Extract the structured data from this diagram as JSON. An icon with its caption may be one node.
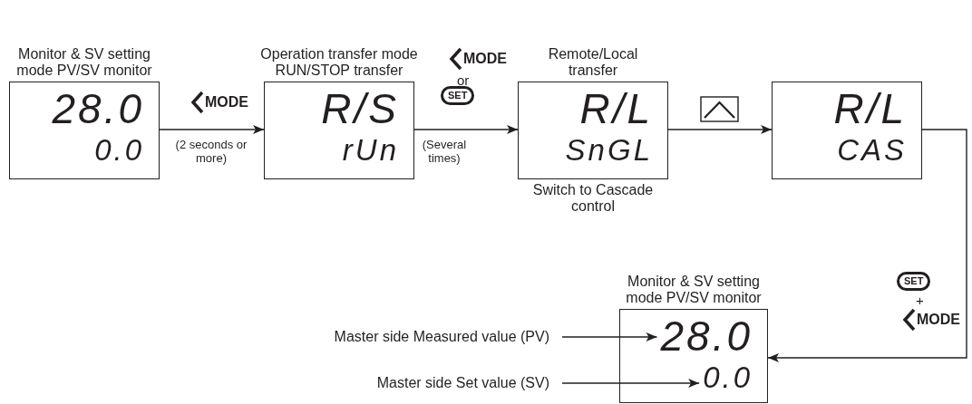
{
  "diagram": {
    "nodes": [
      {
        "text": [
          "Monitor & SV setting mode PV/SV monitor",
          "28.0",
          "0.0"
        ]
      },
      {
        "text": [
          "Operation transfer mode RUN/STOP transfer",
          "R/S",
          "rUn"
        ]
      },
      {
        "text": [
          "Remote/Local transfer",
          "R/L",
          "SnGL"
        ],
        "beside": [
          "Switch to Cascade control"
        ]
      },
      {
        "text": [
          "R/L",
          "CAS"
        ]
      },
      {
        "text": [
          "Monitor & SV setting mode PV/SV monitor",
          "28.0",
          "0.0"
        ]
      },
      {
        "text": [
          "Master side Measured value (PV)"
        ]
      },
      {
        "text": [
          "Master side Set value (SV)"
        ]
      }
    ],
    "edges": [
      {
        "from": 0,
        "to": 1,
        "arrow": "to",
        "label": "(2 seconds or more)"
      },
      {
        "from": 1,
        "to": 2,
        "arrow": "to",
        "label": "(Several times)"
      },
      {
        "from": 2,
        "to": 3,
        "arrow": "to"
      },
      {
        "from": 3,
        "to": 4,
        "arrow": "to"
      },
      {
        "from": 5,
        "to": 4,
        "arrow": "to"
      },
      {
        "from": 6,
        "to": 4,
        "arrow": "to"
      }
    ],
    "labels": [
      "MODE",
      "MODE",
      "or",
      "SET",
      "SET",
      "+",
      "MODE"
    ]
  }
}
